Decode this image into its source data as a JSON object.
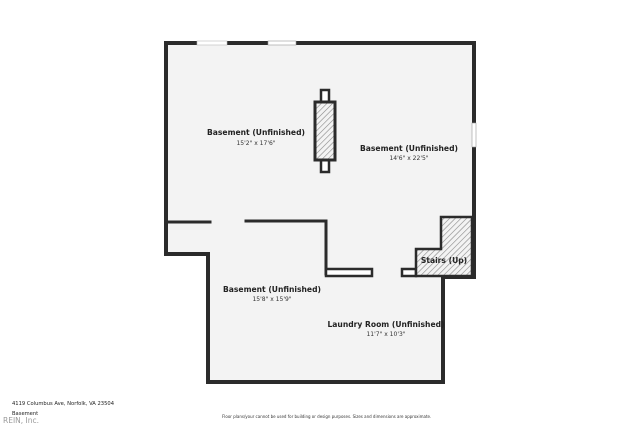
{
  "rooms": [
    {
      "name": "Basement (Unfinished)",
      "dimensions": "15'2\" x 17'6\""
    },
    {
      "name": "Basement (Unfinished)",
      "dimensions": "14'6\" x 22'5\""
    },
    {
      "name": "Stairs (Up)",
      "dimensions": ""
    },
    {
      "name": "Basement (Unfinished)",
      "dimensions": "15'8\" x 15'9\""
    },
    {
      "name": "Laundry Room (Unfinished)",
      "dimensions": "11'7\" x 10'3\""
    }
  ],
  "footer": {
    "address": "4119 Columbus Ave, Norfolk, VA 23504",
    "level": "Basement",
    "disclaimer": "Floor plans/your cannot be used for building or design purposes. Sizes and dimensions are approximate.",
    "watermark": "REIN, Inc."
  },
  "colors": {
    "wall": "#2b2b2b",
    "floor": "#f3f3f3",
    "hatch": "#888888"
  }
}
